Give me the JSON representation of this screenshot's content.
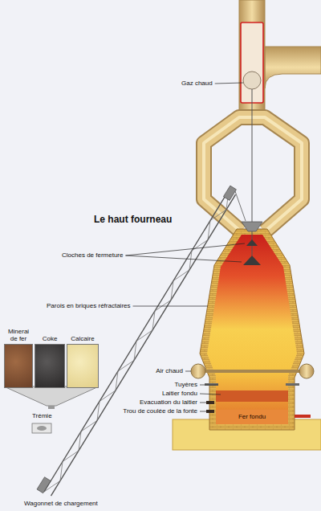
{
  "diagram": {
    "title": "Le haut fourneau",
    "nodes": [
      {
        "text": [
          "Minerai de fer"
        ]
      },
      {
        "text": [
          "Coke"
        ]
      },
      {
        "text": [
          "Calcaire"
        ]
      },
      {
        "text": [
          "Fer fondu"
        ]
      }
    ],
    "labels": [
      "Gaz chaud",
      "Cloches de fermeture",
      "Parois en briques réfractaires",
      "Air chaud",
      "Tuyères",
      "Laitier fondu",
      "Evacuation du laitier",
      "Trou de coulée de la fonte",
      "Trémie",
      "Wagonnet de chargement"
    ]
  }
}
